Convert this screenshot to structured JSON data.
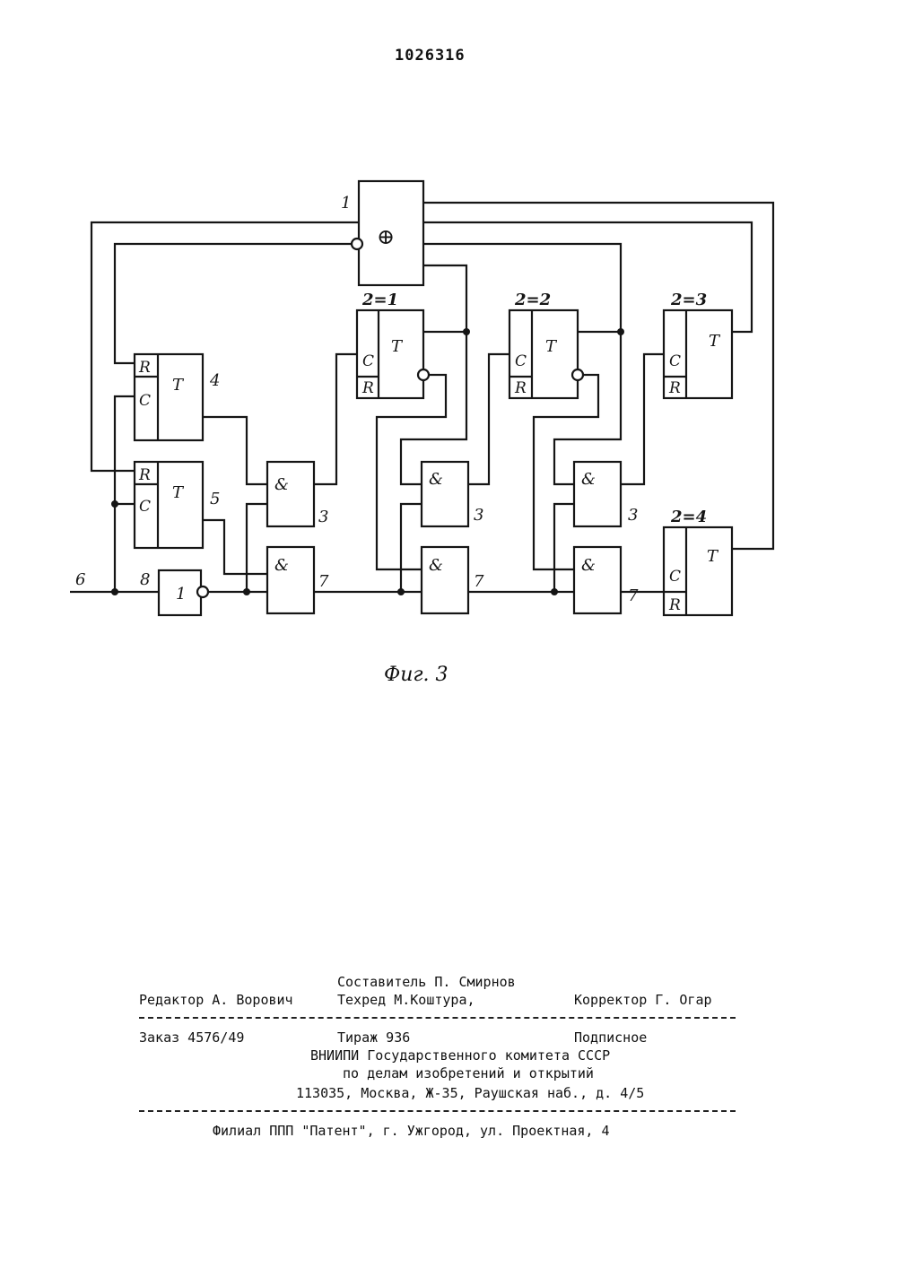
{
  "document": {
    "patent_number": "1026316",
    "figure_caption": "Фиг. 3"
  },
  "diagram": {
    "xor_block": {
      "number": "1",
      "symbol": "⊕"
    },
    "trigger_4": {
      "number": "4",
      "pin_r": "R",
      "pin_c": "C",
      "type": "T"
    },
    "trigger_5": {
      "number": "5",
      "pin_r": "R",
      "pin_c": "C",
      "type": "T"
    },
    "trigger_2_1": {
      "label": "2=1",
      "pin_c": "C",
      "pin_r": "R",
      "type": "T"
    },
    "trigger_2_2": {
      "label": "2=2",
      "pin_c": "C",
      "pin_r": "R",
      "type": "T"
    },
    "trigger_2_3": {
      "label": "2=3",
      "pin_c": "C",
      "pin_r": "R",
      "type": "T"
    },
    "trigger_2_4": {
      "label": "2=4",
      "pin_c": "C",
      "pin_r": "R",
      "type": "T"
    },
    "and_symbol": "&",
    "and_upper_number": "3",
    "and_lower_number": "7",
    "inverter": {
      "number": "8",
      "symbol": "1"
    },
    "input_label": "6"
  },
  "colophon": {
    "compiler": "Составитель П. Смирнов",
    "editor": "Редактор А. Ворович",
    "techred": "Техред М.Коштура,",
    "corrector": "Корректор Г. Огар",
    "order": "Заказ 4576/49",
    "circulation": "Тираж 936",
    "subscription": "Подписное",
    "org_line1": "ВНИИПИ Государственного комитета СССР",
    "org_line2": "по делам изобретений и открытий",
    "org_address": "113035, Москва, Ж-35, Раушская наб., д. 4/5",
    "branch": "Филиал ППП \"Патент\", г. Ужгород, ул. Проектная, 4"
  }
}
